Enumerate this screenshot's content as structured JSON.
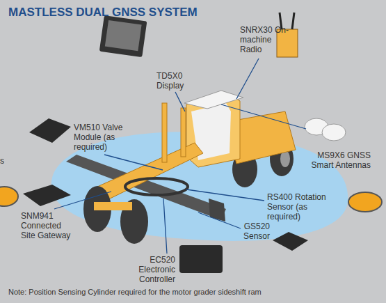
{
  "diagram": {
    "title": "MASTLESS DUAL GNSS SYSTEM",
    "labels": [
      "TD5X0 Display",
      "SNRX30 On-machine Radio",
      "VM510 Valve Module (as required)",
      "MS9X6 GNSS Smart Antennas",
      "s",
      "RS400 Rotation Sensor (as required)",
      "SNM941 Connected Site Gateway",
      "GS520 Sensor",
      "EC520 Electronic Controller",
      "Note: Position Sensing Cylinder required for the motor grader sideshift ram"
    ]
  }
}
